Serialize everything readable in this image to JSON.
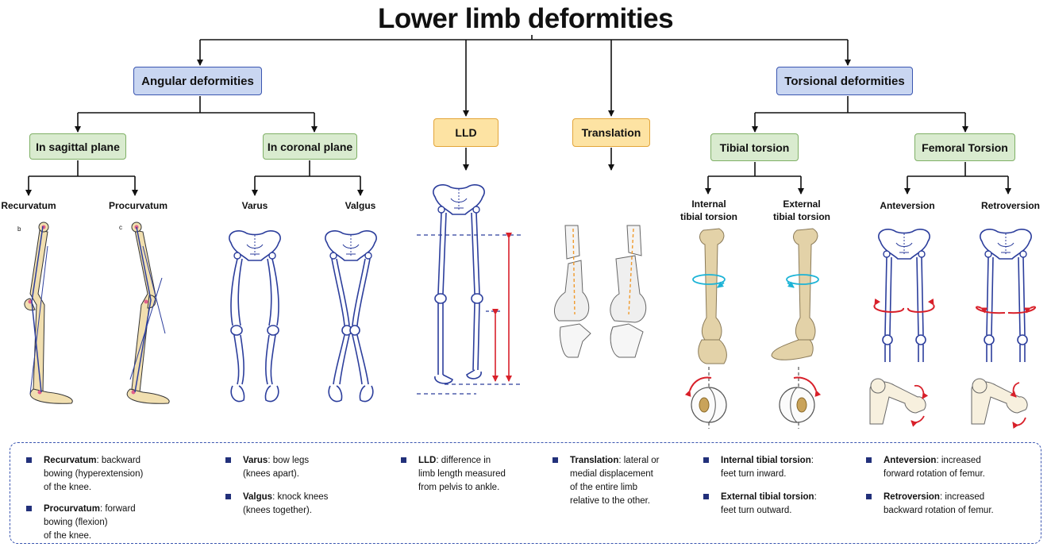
{
  "title": "Lower limb deformities",
  "categories": {
    "angular": "Angular deformities",
    "lld": "LLD",
    "translation": "Translation",
    "torsional": "Torsional deformities"
  },
  "subcategories": {
    "sagittal": "In sagittal plane",
    "coronal": "In coronal plane",
    "tibial": "Tibial torsion",
    "femoral": "Femoral Torsion"
  },
  "labels": {
    "recurvatum": "Recurvatum",
    "procurvatum": "Procurvatum",
    "varus": "Varus",
    "valgus": "Valgus",
    "internal_tibial_l1": "Internal",
    "internal_tibial_l2": "tibial torsion",
    "external_tibial_l1": "External",
    "external_tibial_l2": "tibial torsion",
    "anteversion": "Anteversion",
    "retroversion": "Retroversion",
    "fig_b": "b",
    "fig_c": "c"
  },
  "legend": [
    [
      {
        "term": "Recurvatum",
        "lines": [
          ": backward",
          "bowing (hyperextension)",
          "of the knee."
        ]
      },
      {
        "term": "Procurvatum",
        "lines": [
          ": forward",
          "bowing (flexion)",
          "of the knee."
        ]
      }
    ],
    [
      {
        "term": "Varus",
        "lines": [
          ": bow legs",
          "(knees apart)."
        ]
      },
      {
        "term": "Valgus",
        "lines": [
          ": knock knees",
          "(knees together)."
        ]
      }
    ],
    [
      {
        "term": "LLD",
        "lines": [
          ": difference in",
          "limb length measured",
          "from pelvis to ankle."
        ]
      }
    ],
    [
      {
        "term": "Translation",
        "lines": [
          ": lateral or",
          "medial displacement",
          "of the entire limb",
          "relative to the other."
        ]
      }
    ],
    [
      {
        "term": "Internal tibial torsion",
        "lines": [
          ":",
          "feet turn inward."
        ]
      },
      {
        "term": "External tibial torsion",
        "lines": [
          ":",
          "feet turn outward."
        ]
      }
    ],
    [
      {
        "term": "Anteversion",
        "lines": [
          ": increased",
          "forward rotation of femur."
        ]
      },
      {
        "term": "Retroversion",
        "lines": [
          ": increased",
          "backward rotation of femur."
        ]
      }
    ]
  ],
  "colors": {
    "skeleton_outline": "#2c3e9c",
    "bone_fill": "#f1dfb0",
    "measure_red": "#d8202a",
    "rotation_cyan": "#1bb3d6",
    "legend_border": "#3a55b0"
  }
}
